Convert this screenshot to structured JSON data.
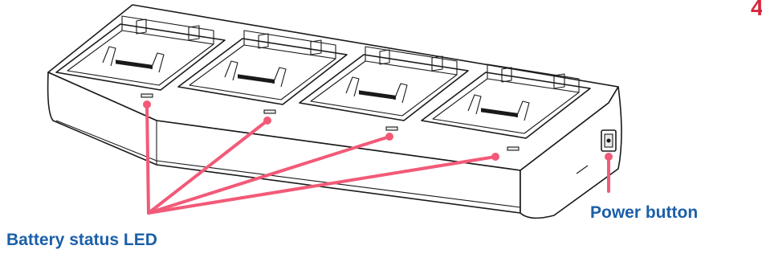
{
  "figure": {
    "page_number": "4",
    "labels": {
      "battery_led": "Battery status LED",
      "power_button": "Power button"
    }
  },
  "colors": {
    "callout_line": "#f25a78",
    "label_text": "#1b5fa8",
    "page_number": "#d7263d",
    "outline": "#1a1a1a"
  },
  "icons": [
    "charger-base",
    "charging-slot",
    "battery-led-icon",
    "power-switch-icon"
  ]
}
